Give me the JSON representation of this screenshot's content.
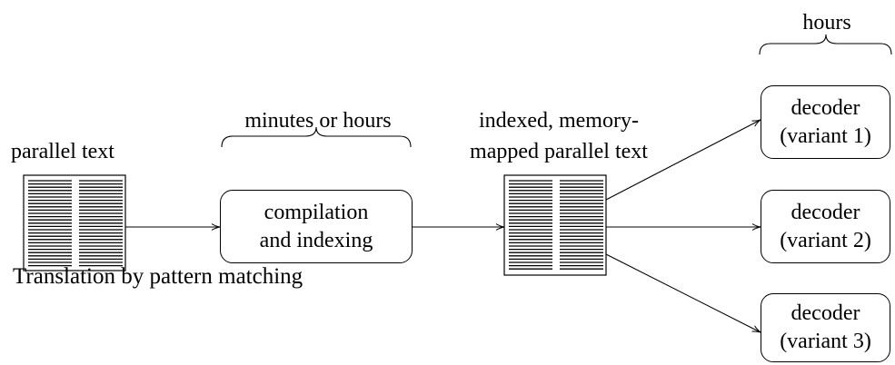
{
  "source": {
    "label": "parallel text"
  },
  "compile_step": {
    "time_label": "minutes or hours",
    "line1": "compilation",
    "line2": "and indexing"
  },
  "indexed": {
    "label_line1": "indexed, memory-",
    "label_line2": "mapped parallel text"
  },
  "decoders": {
    "time_label": "hours",
    "items": [
      {
        "line1": "decoder",
        "line2": "(variant 1)"
      },
      {
        "line1": "decoder",
        "line2": "(variant 2)"
      },
      {
        "line1": "decoder",
        "line2": "(variant 3)"
      }
    ]
  },
  "caption": "Translation by pattern matching"
}
